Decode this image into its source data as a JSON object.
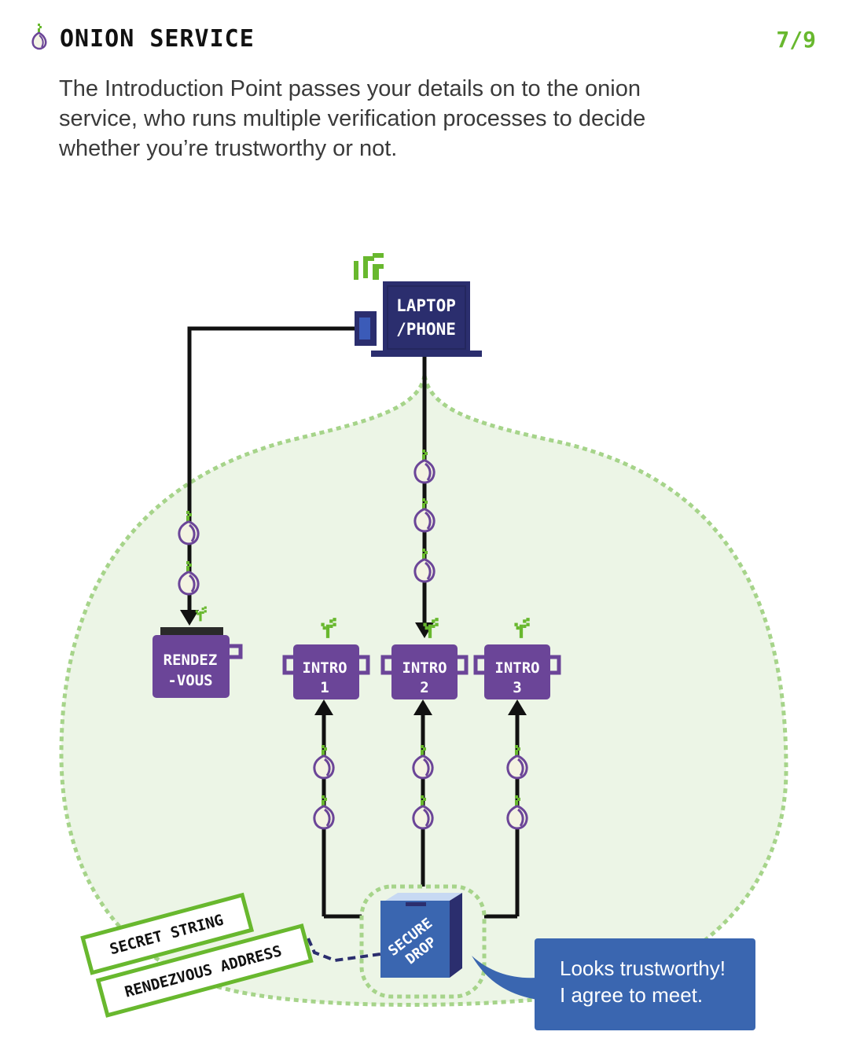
{
  "header": {
    "title": "ONION SERVICE",
    "page_indicator": "7/9"
  },
  "description": "The Introduction Point passes your details on to the onion service, who runs multiple verification processes to decide whether you’re trustworthy or not.",
  "diagram": {
    "laptop": {
      "line1": "LAPTOP",
      "line2": "/PHONE"
    },
    "rendezvous": {
      "line1": "RENDEZ",
      "line2": "-VOUS"
    },
    "intros": [
      {
        "line1": "INTRO",
        "line2": "1"
      },
      {
        "line1": "INTRO",
        "line2": "2"
      },
      {
        "line1": "INTRO",
        "line2": "3"
      }
    ],
    "secure_drop": {
      "line1": "SECURE",
      "line2": "DROP"
    },
    "cards": {
      "secret_string": "SECRET STRING",
      "rendezvous_address": "RENDEZVOUS ADDRESS"
    },
    "speech_bubble": {
      "line1": "Looks trustworthy!",
      "line2": "I agree to meet."
    }
  },
  "colors": {
    "accent_green": "#68b82e",
    "zone_fill": "#ecf5e6",
    "zone_border": "#a6d48a",
    "node_purple": "#6b4598",
    "laptop_navy": "#2b2e6e",
    "secure_drop_blue": "#3a66b0",
    "bubble_blue": "#3a66b0"
  }
}
